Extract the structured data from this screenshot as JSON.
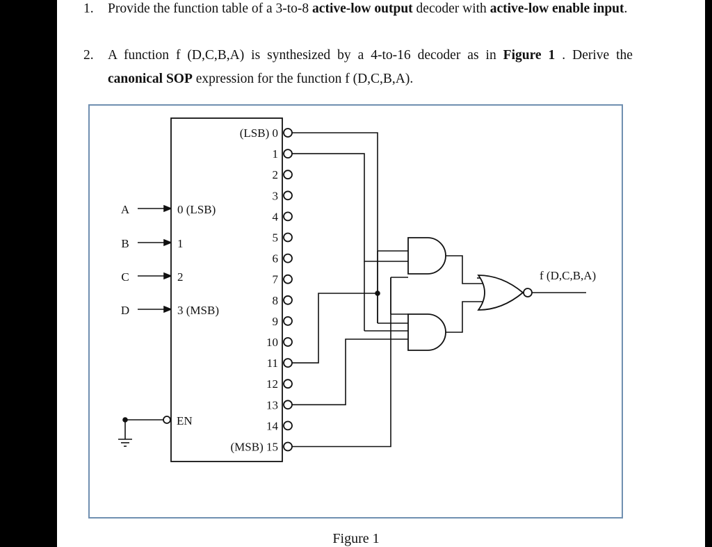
{
  "questions": [
    {
      "number": "1.",
      "parts": [
        {
          "t": "Provide the function table of a 3-to-8 ",
          "b": false
        },
        {
          "t": "active-low output",
          "b": true
        },
        {
          "t": " decoder with ",
          "b": false
        },
        {
          "t": "active-low enable input",
          "b": true
        },
        {
          "t": ".",
          "b": false
        }
      ]
    },
    {
      "number": "2.",
      "parts": [
        {
          "t": "A function f (D,C,B,A) is synthesized by a 4-to-16 decoder as in ",
          "b": false
        },
        {
          "t": "Figure 1",
          "b": true
        },
        {
          "t": " . Derive the ",
          "b": false
        },
        {
          "t": "canonical SOP",
          "b": true
        },
        {
          "t": " expression for the function f (D,C,B,A).",
          "b": false
        }
      ]
    }
  ],
  "figure": {
    "caption": "Figure 1",
    "inputs": [
      {
        "signal": "A",
        "pin": "0 (LSB)"
      },
      {
        "signal": "B",
        "pin": "1"
      },
      {
        "signal": "C",
        "pin": "2"
      },
      {
        "signal": "D",
        "pin": "3 (MSB)"
      }
    ],
    "enable_label": "EN",
    "outputs": [
      "(LSB) 0",
      "1",
      "2",
      "3",
      "4",
      "5",
      "6",
      "7",
      "8",
      "9",
      "10",
      "11",
      "12",
      "13",
      "14",
      "(MSB) 15"
    ],
    "output_label": "f (D,C,B,A)"
  }
}
